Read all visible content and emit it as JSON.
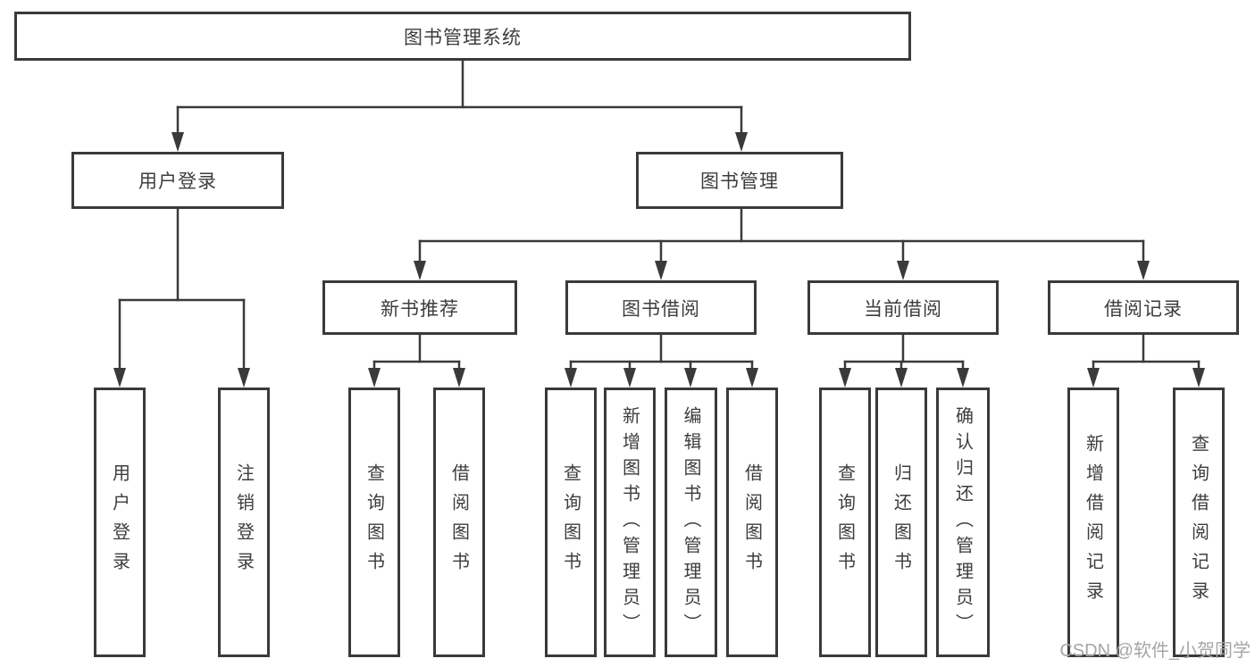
{
  "nodes": {
    "root": "图书管理系统",
    "user_login": "用户登录",
    "book_management": "图书管理",
    "new_book_recommend": "新书推荐",
    "book_borrow": "图书借阅",
    "current_borrow": "当前借阅",
    "borrow_records": "借阅记录"
  },
  "leaves": {
    "login": "用户登录",
    "logout": "注销登录",
    "newbook_query": "查询图书",
    "newbook_borrow": "借阅图书",
    "borrow_query": "查询图书",
    "borrow_add": "新增图书（管理员）",
    "borrow_edit": "编辑图书（管理员）",
    "borrow_borrow": "借阅图书",
    "current_query": "查询图书",
    "current_return": "归还图书",
    "current_confirm": "确认归还（管理员）",
    "record_add": "新增借阅记录",
    "record_query": "查询借阅记录"
  },
  "watermark": "CSDN @软件_小贺同学",
  "colors": {
    "line": "#3a3a3a",
    "text": "#3d3d3d",
    "watermark": "#a6a6a6",
    "background": "#ffffff"
  }
}
